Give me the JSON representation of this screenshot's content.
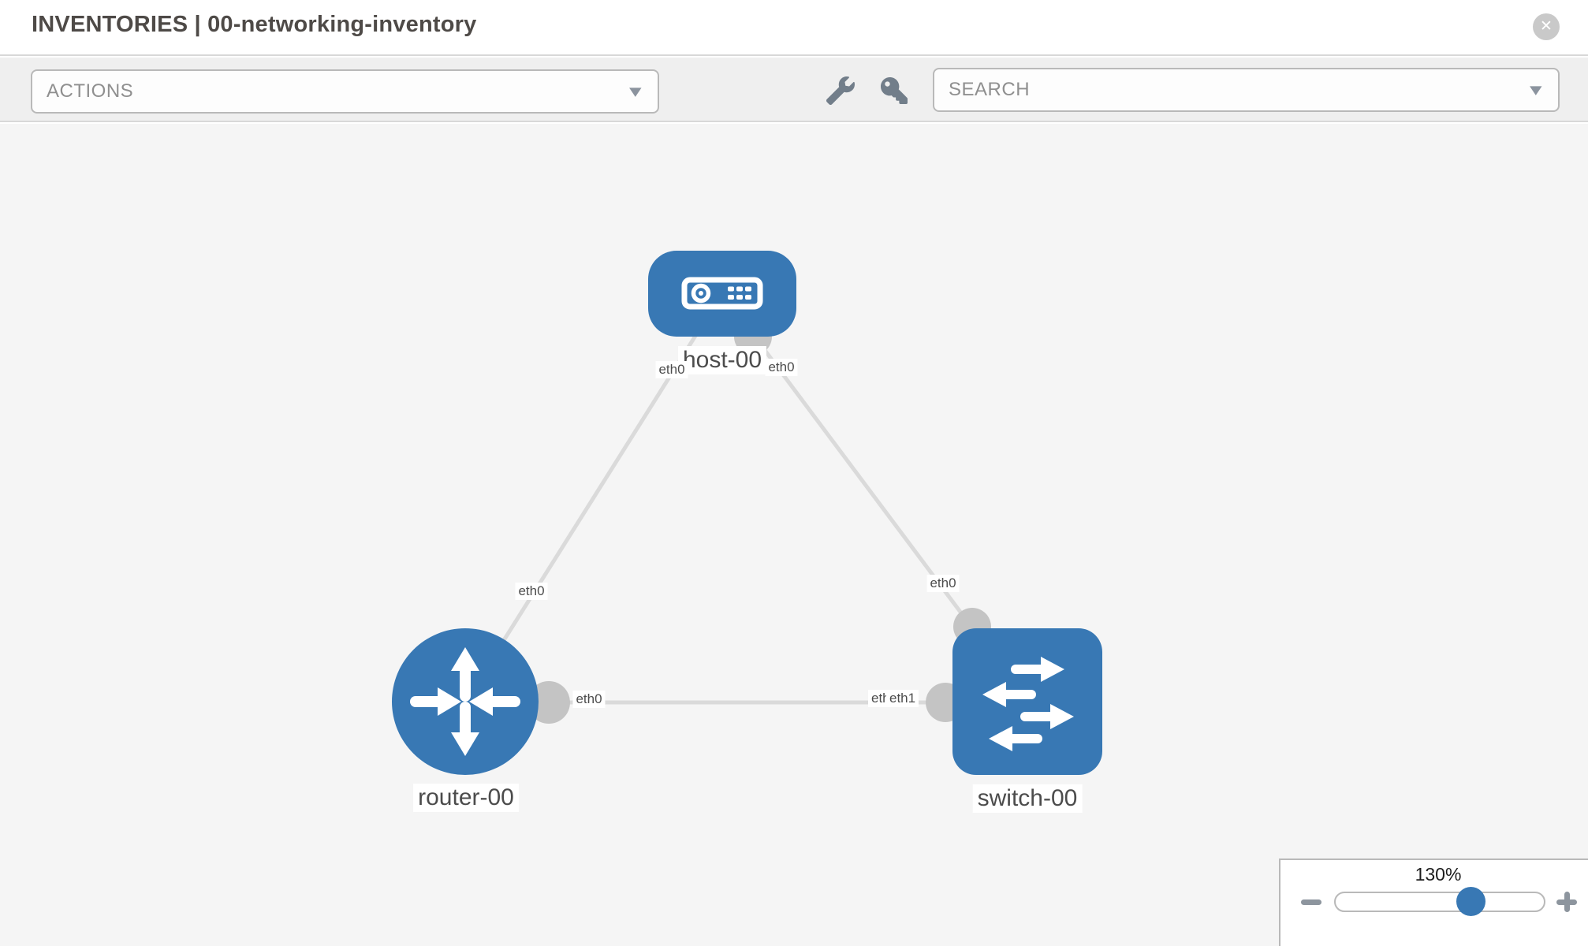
{
  "header": {
    "title": "INVENTORIES | 00-networking-inventory"
  },
  "toolbar": {
    "actions_label": "ACTIONS",
    "search_label": "SEARCH"
  },
  "glyphs": {
    "close": "✕",
    "caret": "▼"
  },
  "icons": {
    "close": "circle-x",
    "wrench": "wrench",
    "key": "key",
    "actions_caret": "chevron-down",
    "search_caret": "chevron-down",
    "zoom_out": "minus",
    "zoom_in": "plus",
    "host_glyph": "server",
    "router_glyph": "router-arrows",
    "switch_glyph": "switch-arrows"
  },
  "diagram": {
    "nodes": [
      {
        "label": "host-00",
        "type": "host"
      },
      {
        "label": "router-00",
        "type": "router"
      },
      {
        "label": "switch-00",
        "type": "switch"
      }
    ],
    "links": [
      {
        "from": "host-00",
        "to": "router-00",
        "from_iface": "eth0",
        "to_iface": "eth0"
      },
      {
        "from": "host-00",
        "to": "switch-00",
        "from_iface": "eth0",
        "to_iface": "eth0"
      },
      {
        "from": "router-00",
        "to": "switch-00",
        "from_iface": "eth0",
        "to_iface": "eth1"
      }
    ],
    "interface_labels": [
      {
        "text": "eth0",
        "near": "host-00-bottom-left"
      },
      {
        "text": "eth0",
        "near": "host-00-bottom-right"
      },
      {
        "text": "eth0",
        "near": "router-00-top"
      },
      {
        "text": "eth0",
        "near": "switch-00-top"
      },
      {
        "text": "eth0",
        "near": "router-00-right"
      },
      {
        "text": "eth0",
        "near": "switch-00-left-back"
      },
      {
        "text": "eth1",
        "near": "switch-00-left-front"
      }
    ]
  },
  "zoom_panel": {
    "level": "130%"
  },
  "colors": {
    "node_blue": "#3878b4",
    "link_gray": "#dadada",
    "connector_gray": "#c4c4c4",
    "toolbar_gray": "#efefef",
    "canvas_gray": "#f5f5f5"
  }
}
